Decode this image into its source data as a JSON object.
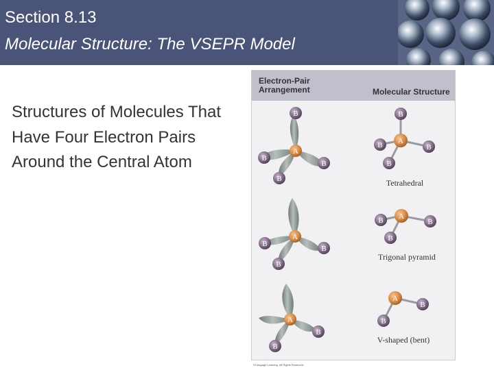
{
  "slide": {
    "section": "Section 8.13",
    "subtitle": "Molecular Structure: The VSEPR Model",
    "body": "Structures of Molecules That Have Four Electron Pairs Around the Central Atom"
  },
  "figure": {
    "left_header": "Electron-Pair Arrangement",
    "right_header": "Molecular Structure",
    "central_atom_label": "A",
    "outer_atom_label": "B",
    "rows": [
      {
        "name": "Tetrahedral"
      },
      {
        "name": "Trigonal pyramid"
      },
      {
        "name": "V-shaped (bent)"
      }
    ],
    "copyright": "©Cengage Learning. All Rights Reserved."
  },
  "colors": {
    "header_bg": "#4a5478",
    "central_atom": "#d98a42",
    "outer_atom": "#7f6a85",
    "lone_pair": "#8f9a96"
  }
}
